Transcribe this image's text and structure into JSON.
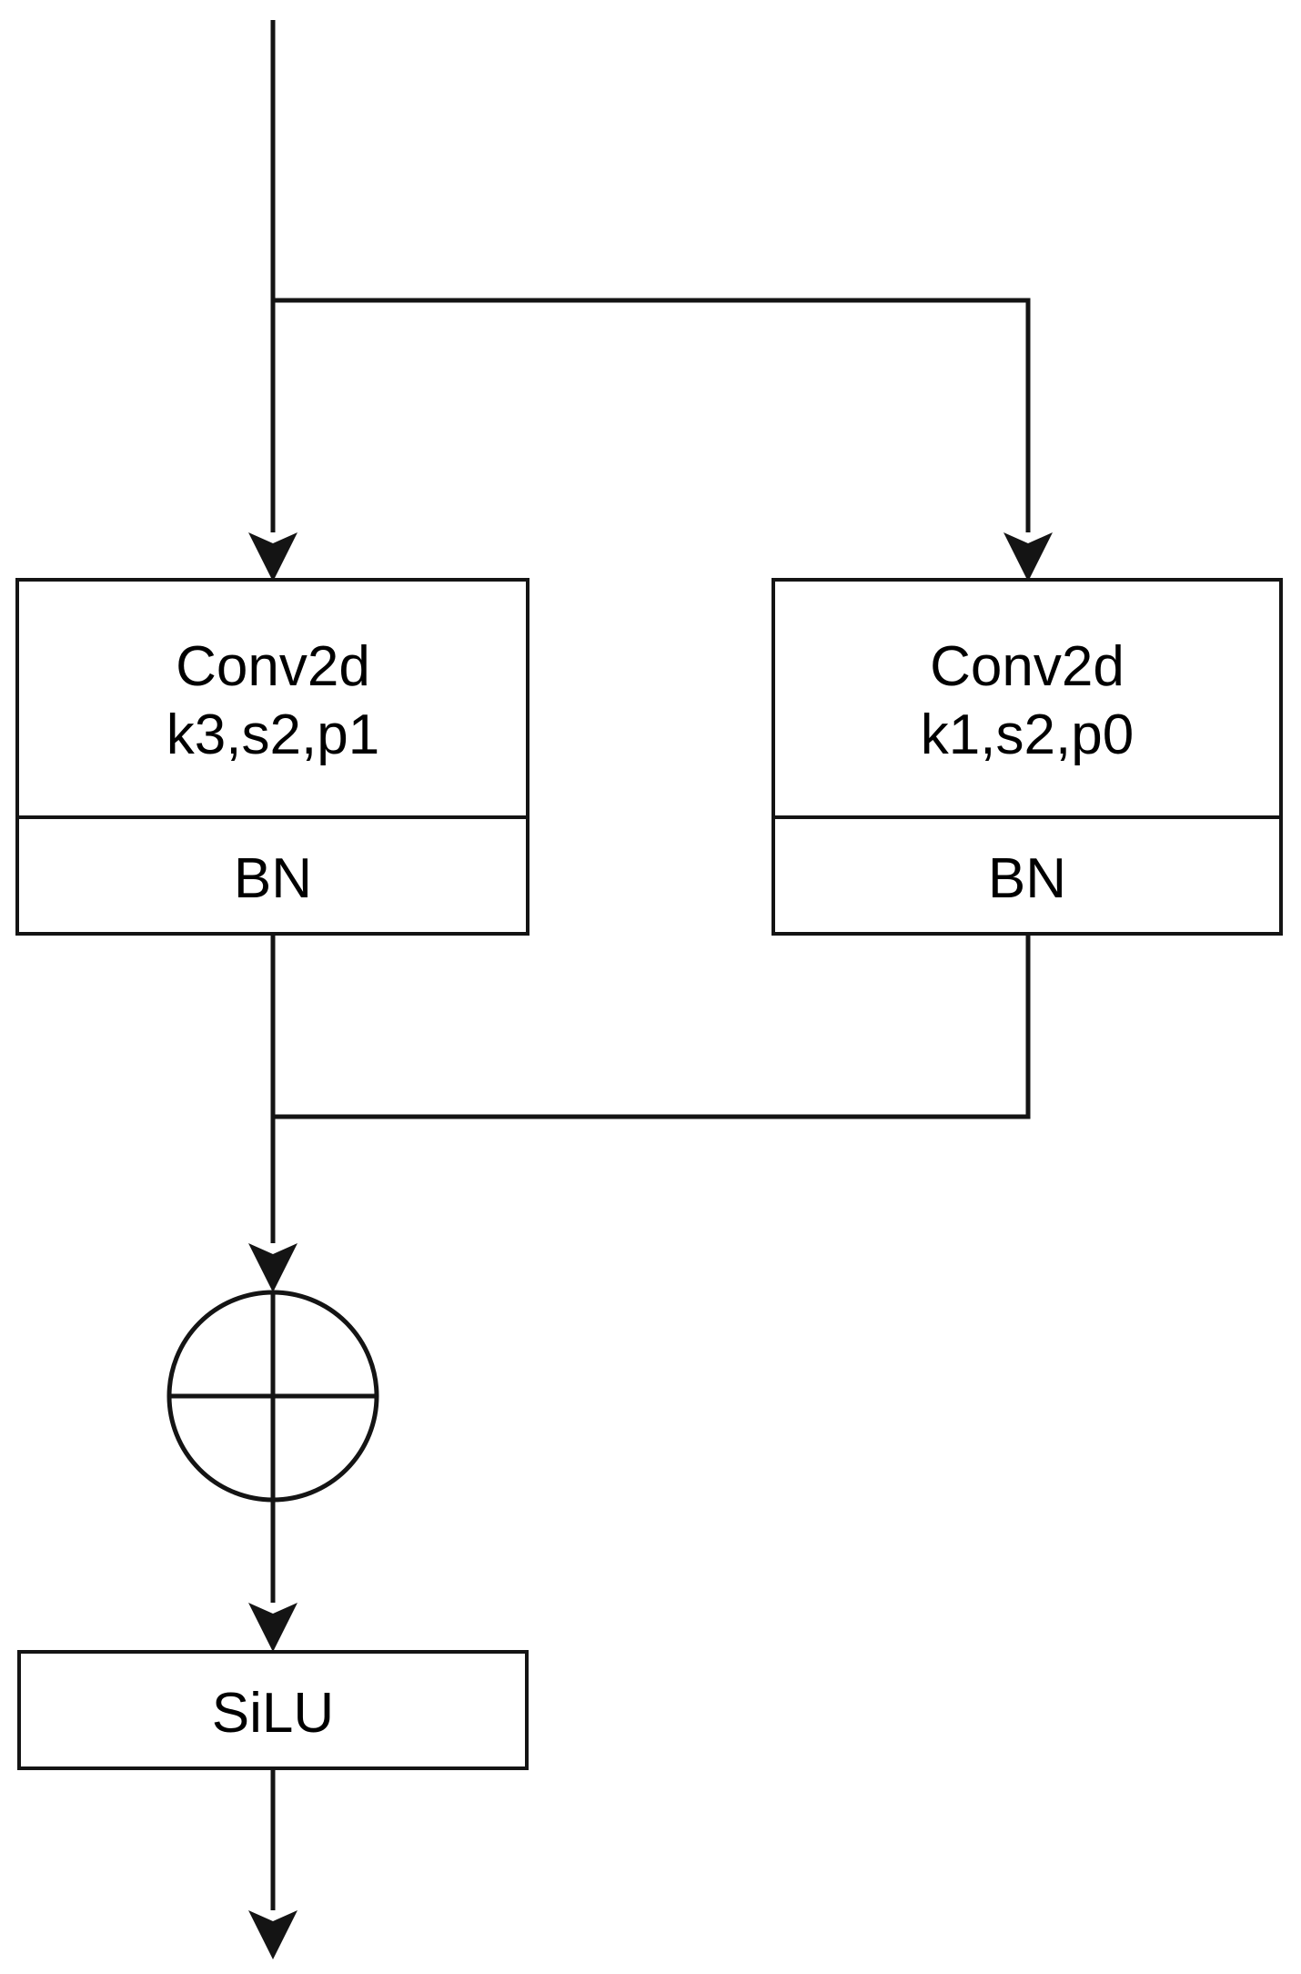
{
  "colors": {
    "background": "#ffffff",
    "line": "#141414",
    "text": "#000000",
    "box_fill": "#ffffff"
  },
  "blocks": {
    "conv_main": {
      "title": "Conv2d",
      "params": "k3,s2,p1",
      "norm": "BN"
    },
    "conv_shortcut": {
      "title": "Conv2d",
      "params": "k1,s2,p0",
      "norm": "BN"
    },
    "activation": {
      "label": "SiLU"
    }
  },
  "icons": {
    "merge": "add-circle-icon"
  }
}
